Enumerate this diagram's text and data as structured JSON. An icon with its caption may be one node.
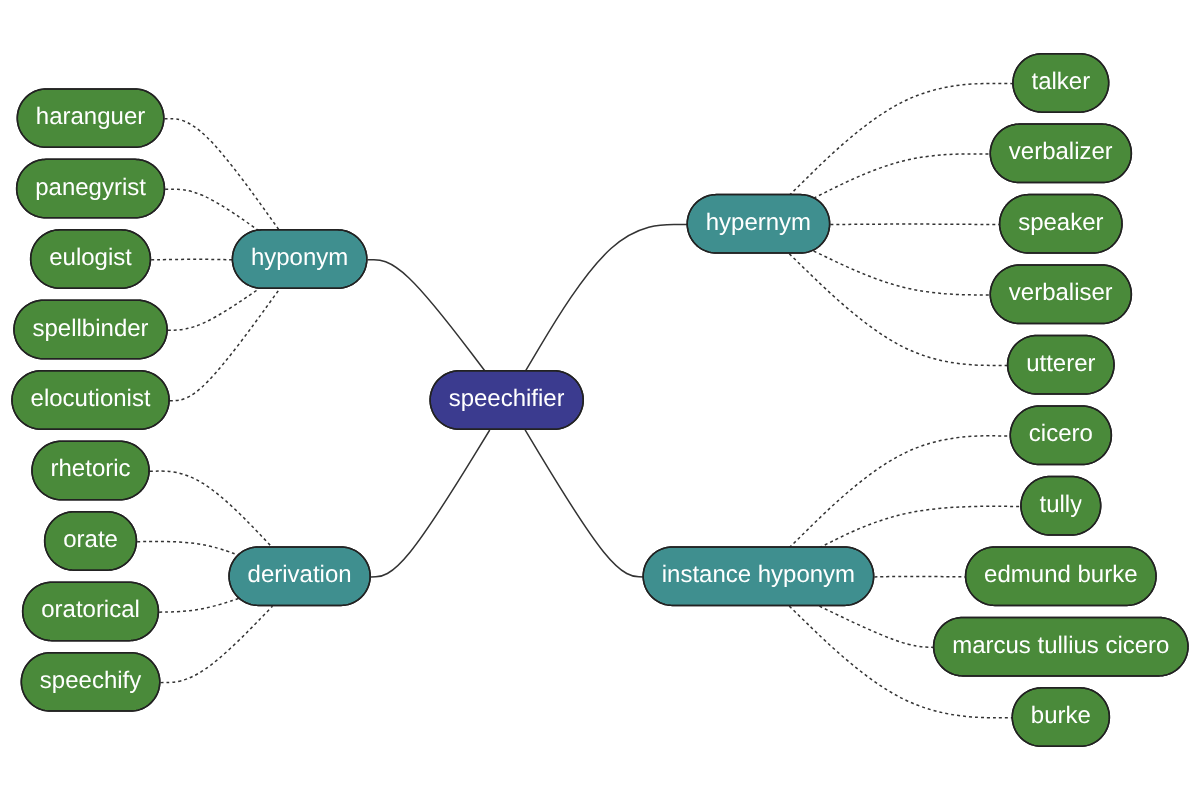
{
  "diagram": {
    "nodes": [
      {
        "text": [
          "speechifier"
        ]
      },
      {
        "text": [
          "hyponym"
        ]
      },
      {
        "text": [
          "haranguer"
        ]
      },
      {
        "text": [
          "panegyrist"
        ]
      },
      {
        "text": [
          "eulogist"
        ]
      },
      {
        "text": [
          "spellbinder"
        ]
      },
      {
        "text": [
          "elocutionist"
        ]
      },
      {
        "text": [
          "derivation"
        ]
      },
      {
        "text": [
          "rhetoric"
        ]
      },
      {
        "text": [
          "orate"
        ]
      },
      {
        "text": [
          "oratorical"
        ]
      },
      {
        "text": [
          "speechify"
        ]
      },
      {
        "text": [
          "hypernym"
        ]
      },
      {
        "text": [
          "talker"
        ]
      },
      {
        "text": [
          "verbalizer"
        ]
      },
      {
        "text": [
          "speaker"
        ]
      },
      {
        "text": [
          "verbaliser"
        ]
      },
      {
        "text": [
          "utterer"
        ]
      },
      {
        "text": [
          "instance hyponym"
        ]
      },
      {
        "text": [
          "cicero"
        ]
      },
      {
        "text": [
          "tully"
        ]
      },
      {
        "text": [
          "edmund burke"
        ]
      },
      {
        "text": [
          "marcus tullius cicero"
        ]
      },
      {
        "text": [
          "burke"
        ]
      }
    ],
    "edges": [
      {
        "from": 1,
        "to": 0,
        "arrow": "none"
      },
      {
        "from": 7,
        "to": 0,
        "arrow": "none"
      },
      {
        "from": 0,
        "to": 12,
        "arrow": "none"
      },
      {
        "from": 0,
        "to": 18,
        "arrow": "none"
      },
      {
        "from": 2,
        "to": 1,
        "arrow": "none",
        "style": "dashed"
      },
      {
        "from": 3,
        "to": 1,
        "arrow": "none",
        "style": "dashed"
      },
      {
        "from": 4,
        "to": 1,
        "arrow": "none",
        "style": "dashed"
      },
      {
        "from": 5,
        "to": 1,
        "arrow": "none",
        "style": "dashed"
      },
      {
        "from": 6,
        "to": 1,
        "arrow": "none",
        "style": "dashed"
      },
      {
        "from": 8,
        "to": 7,
        "arrow": "none",
        "style": "dashed"
      },
      {
        "from": 9,
        "to": 7,
        "arrow": "none",
        "style": "dashed"
      },
      {
        "from": 10,
        "to": 7,
        "arrow": "none",
        "style": "dashed"
      },
      {
        "from": 11,
        "to": 7,
        "arrow": "none",
        "style": "dashed"
      },
      {
        "from": 12,
        "to": 13,
        "arrow": "none",
        "style": "dashed"
      },
      {
        "from": 12,
        "to": 14,
        "arrow": "none",
        "style": "dashed"
      },
      {
        "from": 12,
        "to": 15,
        "arrow": "none",
        "style": "dashed"
      },
      {
        "from": 12,
        "to": 16,
        "arrow": "none",
        "style": "dashed"
      },
      {
        "from": 12,
        "to": 17,
        "arrow": "none",
        "style": "dashed"
      },
      {
        "from": 18,
        "to": 19,
        "arrow": "none",
        "style": "dashed"
      },
      {
        "from": 18,
        "to": 20,
        "arrow": "none",
        "style": "dashed"
      },
      {
        "from": 18,
        "to": 21,
        "arrow": "none",
        "style": "dashed"
      },
      {
        "from": 18,
        "to": 22,
        "arrow": "none",
        "style": "dashed"
      },
      {
        "from": 18,
        "to": 23,
        "arrow": "none",
        "style": "dashed"
      }
    ]
  }
}
